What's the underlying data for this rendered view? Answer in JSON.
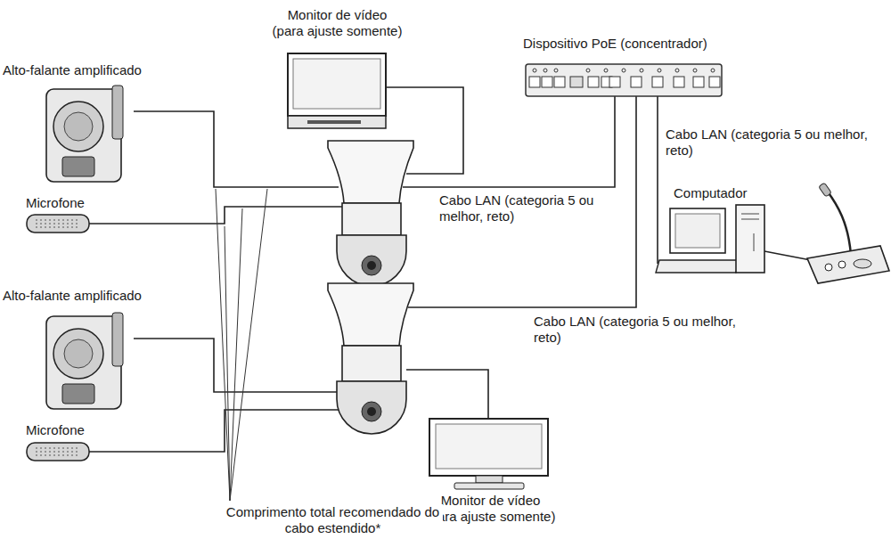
{
  "diagram": {
    "labels": [
      "Monitor de vídeo (para ajuste somente)",
      "Alto-falante amplificado",
      "Dispositivo PoE (concentrador)",
      "Cabo LAN (categoria 5 ou melhor, reto)",
      "Computador",
      "Microfone",
      "Cabo LAN (categoria 5 ou melhor, reto)",
      "Alto-falante amplificado",
      "Cabo LAN (categoria 5 ou melhor, reto)",
      "Microfone",
      "Monitor de vídeo (para ajuste somente)",
      "Comprimento total recomendado do cabo estendido*"
    ]
  }
}
